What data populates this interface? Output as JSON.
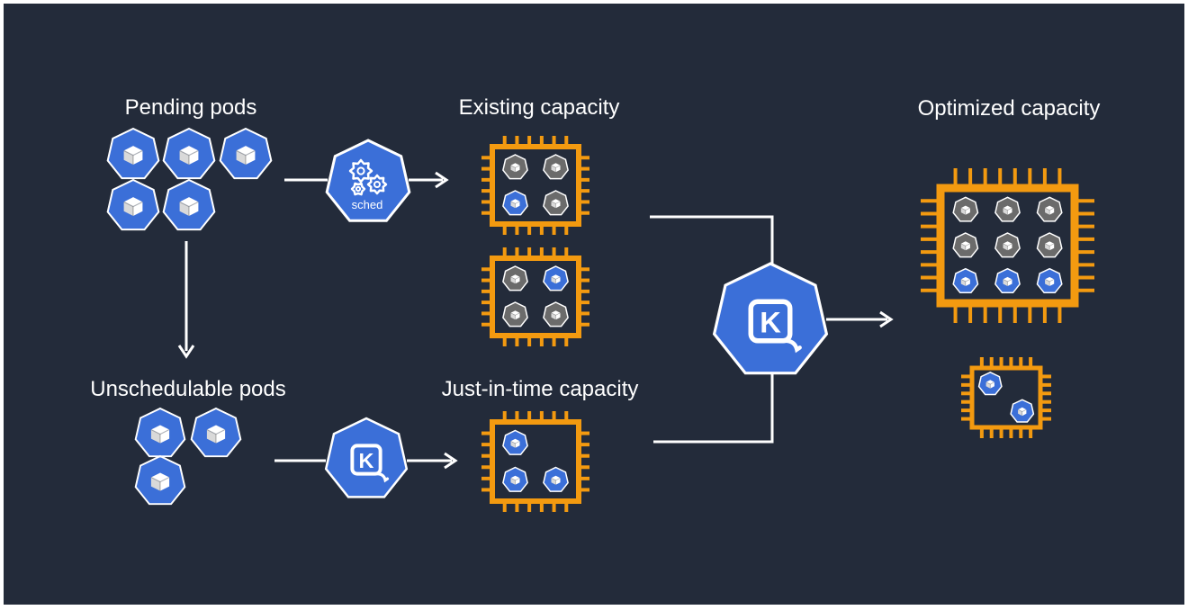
{
  "labels": {
    "pending_pods": "Pending pods",
    "existing_capacity": "Existing capacity",
    "optimized_capacity": "Optimized capacity",
    "unschedulable_pods": "Unschedulable pods",
    "just_in_time_capacity": "Just-in-time capacity"
  },
  "scheduler": {
    "text": "sched"
  },
  "karpenter": {
    "letter": "K"
  },
  "colors": {
    "background": "#232b3a",
    "pod_blue": "#3b6fd8",
    "pod_gray": "#6b6b6b",
    "chip_orange": "#f39a10",
    "connector": "#ffffff"
  },
  "icons": {
    "pod": "pod-cube-icon",
    "scheduler": "kube-scheduler-icon",
    "karpenter": "karpenter-icon",
    "node": "cpu-chip-icon"
  },
  "nodes": {
    "existing_1": [
      "gray",
      "gray",
      "blue",
      "gray"
    ],
    "existing_2": [
      "gray",
      "blue",
      "gray",
      "gray"
    ],
    "just_in_time": [
      "blue",
      "empty",
      "blue",
      "blue"
    ],
    "optimized_large": [
      "gray",
      "gray",
      "gray",
      "gray",
      "gray",
      "gray",
      "blue",
      "blue",
      "blue"
    ],
    "optimized_small": [
      "blue",
      "blue"
    ]
  },
  "pending_pod_count": 5,
  "unschedulable_pod_count": 3
}
